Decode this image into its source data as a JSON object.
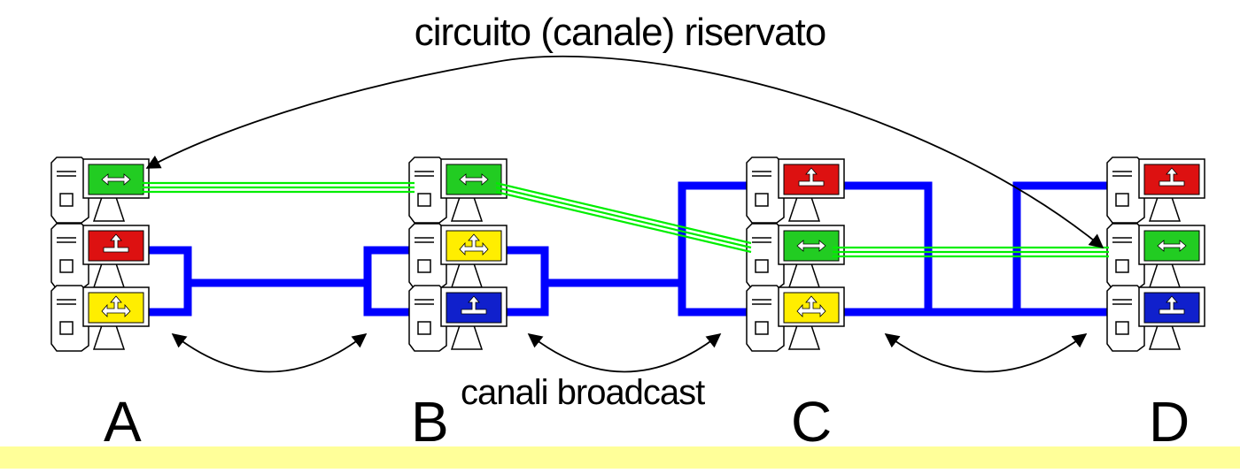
{
  "title": "circuito (canale) riservato",
  "subtitle": "canali broadcast",
  "caption": "",
  "colors": {
    "broadcast": "#0000ff",
    "reserved": "#00ee00",
    "highlight_bg": "#ffff99"
  },
  "nodes": [
    {
      "label": "A",
      "stations": [
        {
          "screen": "#22cc22",
          "icon": "bidirectional-arrow-icon"
        },
        {
          "screen": "#dd1111",
          "icon": "merge-arrow-icon"
        },
        {
          "screen": "#ffee00",
          "icon": "multi-arrow-icon"
        }
      ]
    },
    {
      "label": "B",
      "stations": [
        {
          "screen": "#22cc22",
          "icon": "bidirectional-arrow-icon"
        },
        {
          "screen": "#ffee00",
          "icon": "multi-arrow-icon"
        },
        {
          "screen": "#1020cc",
          "icon": "merge-arrow-icon"
        }
      ]
    },
    {
      "label": "C",
      "stations": [
        {
          "screen": "#dd1111",
          "icon": "merge-arrow-icon"
        },
        {
          "screen": "#22cc22",
          "icon": "bidirectional-arrow-icon"
        },
        {
          "screen": "#ffee00",
          "icon": "multi-arrow-icon"
        }
      ]
    },
    {
      "label": "D",
      "stations": [
        {
          "screen": "#dd1111",
          "icon": "merge-arrow-icon"
        },
        {
          "screen": "#22cc22",
          "icon": "bidirectional-arrow-icon"
        },
        {
          "screen": "#1020cc",
          "icon": "merge-arrow-icon"
        }
      ]
    }
  ]
}
